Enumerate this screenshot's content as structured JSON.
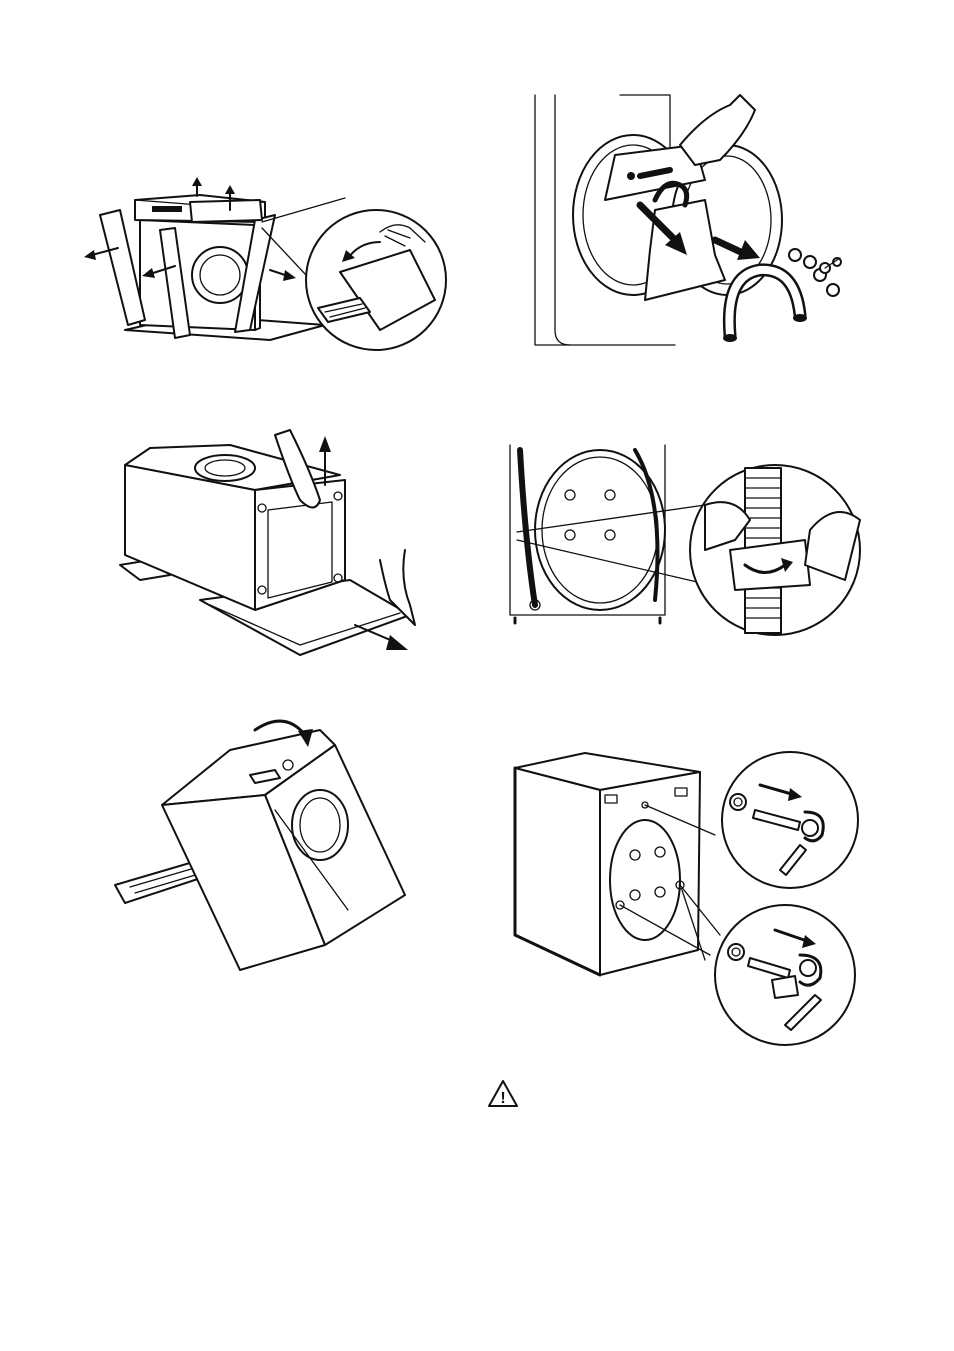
{
  "page": {
    "background": "#ffffff",
    "line_color": "#111111"
  },
  "figures": [
    {
      "id": "fig-1",
      "icon": "remove-packaging-illustration"
    },
    {
      "id": "fig-2",
      "icon": "remove-bag-and-hose-illustration"
    },
    {
      "id": "fig-3",
      "icon": "remove-base-polystyrene-illustration"
    },
    {
      "id": "fig-4",
      "icon": "release-hose-clip-illustration"
    },
    {
      "id": "fig-5",
      "icon": "tilt-machine-illustration"
    },
    {
      "id": "fig-6",
      "icon": "remove-transit-bolts-illustration"
    }
  ],
  "warning": {
    "icon": "warning-triangle-icon",
    "symbol": "!"
  }
}
